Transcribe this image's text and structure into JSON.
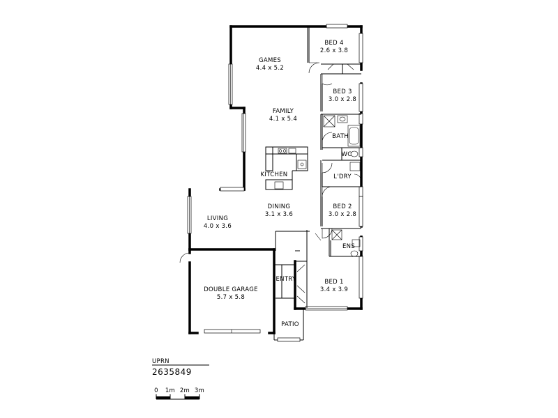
{
  "rooms": {
    "games": {
      "name": "GAMES",
      "size": "4.4 x 5.2"
    },
    "bed4": {
      "name": "BED 4",
      "size": "2.6 x 3.8"
    },
    "bed3": {
      "name": "BED 3",
      "size": "3.0 x 2.8"
    },
    "family": {
      "name": "FAMILY",
      "size": "4.1 x 5.4"
    },
    "bath": {
      "name": "BATH"
    },
    "wc": {
      "name": "WC"
    },
    "kitchen": {
      "name": "KITCHEN"
    },
    "ldry": {
      "name": "L'DRY"
    },
    "living": {
      "name": "LIVING",
      "size": "4.0 x 3.6"
    },
    "dining": {
      "name": "DINING",
      "size": "3.1 x 3.6"
    },
    "bed2": {
      "name": "BED 2",
      "size": "3.0 x 2.8"
    },
    "ens": {
      "name": "ENS"
    },
    "entry": {
      "name": "ENTRY"
    },
    "garage": {
      "name": "DOUBLE GARAGE",
      "size": "5.7 x 5.8"
    },
    "bed1": {
      "name": "BED 1",
      "size": "3.4 x 3.9"
    },
    "patio": {
      "name": "PATIO"
    }
  },
  "uprn": {
    "label": "UPRN",
    "value": "2635849"
  },
  "scale": {
    "ticks": [
      "0",
      "1m",
      "2m",
      "3m"
    ]
  }
}
